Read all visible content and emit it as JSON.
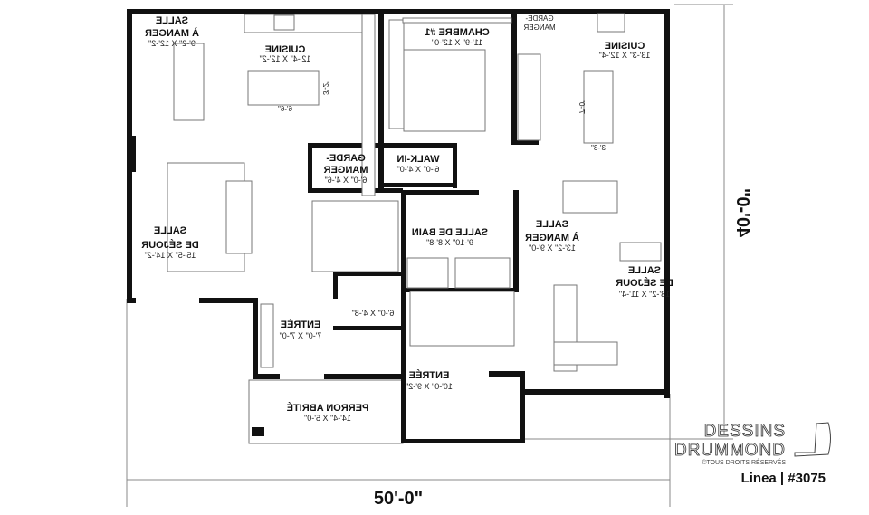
{
  "plan": {
    "orientation": "mirrored",
    "rooms": [
      {
        "name": "SALLE",
        "name2": "À MANGER",
        "dims": "9'-2\" X 12'-2\""
      },
      {
        "name": "CUISINE",
        "dims": "12'-4\" X 12'-2\""
      },
      {
        "name": "CHAMBRE #1",
        "dims": "11'-9\" X 12'-0\""
      },
      {
        "name": "GARDE-",
        "name2": "MANGER"
      },
      {
        "name": "CUISINE",
        "dims": "13'-3\" X 12'-4\""
      },
      {
        "name": "GARDE-",
        "name2": "MANGER",
        "dims": "6'-0\" X 4'-6\""
      },
      {
        "name": "WALK-IN",
        "dims": "6'-0\" X 4'-0\""
      },
      {
        "name": "SALLE DE BAIN",
        "dims": "9'-10\" X 8'-8\""
      },
      {
        "name": "SALLE",
        "name2": "À MANGER",
        "dims": "13'-2\" X 9'-0\""
      },
      {
        "name": "SALLE",
        "name2": "DE SÉJOUR",
        "dims": "15'-5\" X 14'-2\""
      },
      {
        "name": "SALLE",
        "name2": "DE SÉJOUR",
        "dims": "13'-2\" X 11'-4\""
      },
      {
        "dims": "6'-0\" X 4'-8\""
      },
      {
        "name": "ENTRÉE",
        "dims": "7'-0\" X 7'-0\""
      },
      {
        "name": "ENTRÉE",
        "dims": "10'-0\" X 9'-2\""
      },
      {
        "name": "PERRON ABRITÉ",
        "dims": "14'-4\" X 5'-0\""
      }
    ],
    "fixture_dims": {
      "island1_w": "6'-6\"",
      "island1_d": "3'-2\"",
      "island2_l": "7'-0\"",
      "island2_w": "3'-3\""
    },
    "overall_width": "50'-0\"",
    "overall_depth": "40'-0\""
  },
  "branding": {
    "line1": "DESSINS",
    "line2": "DRUMMOND",
    "rights": "©TOUS DROITS RÉSERVÉS",
    "plan_label": "Linea | #3075"
  }
}
